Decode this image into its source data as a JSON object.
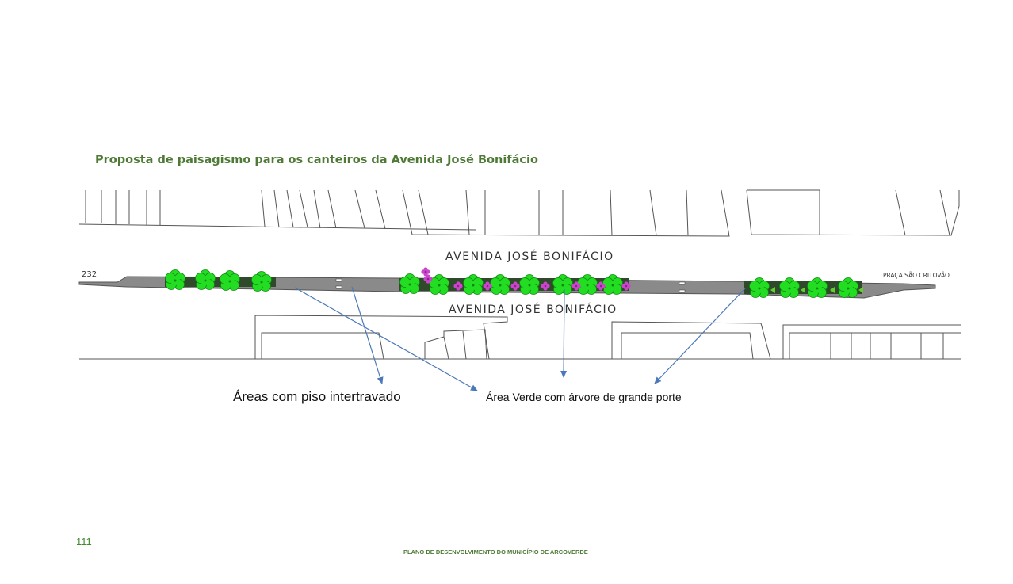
{
  "page": {
    "title": "Proposta de paisagismo para os canteiros da Avenida José Bonifácio",
    "page_number": "111",
    "footer": "PLANO DE DESENVOLVIMENTO DO MUNICÍPIO DE ARCOVERDE"
  },
  "plan": {
    "street_label_top": "AVENIDA JOSÉ BONIFÁCIO",
    "street_label_bottom": "AVENIDA JOSÉ BONIFÁCIO",
    "lot_number": "232",
    "square_label": "PRAÇA SÃO CRITOVÃO"
  },
  "annotations": {
    "paving_label": "Áreas com piso intertravado",
    "green_area_label": "Área Verde com árvore de grande porte"
  },
  "colors": {
    "title_green": "#4e7a35",
    "median_gray": "#8a8a8a",
    "tree_green": "#22dd22",
    "flower_pink": "#cc44cc",
    "arrow_blue": "#4a78b8"
  }
}
